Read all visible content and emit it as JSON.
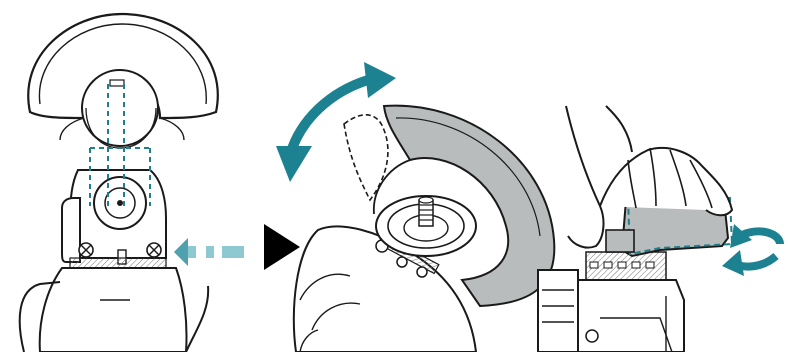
{
  "figure": {
    "panels": [
      {
        "id": "step-1-align-guard",
        "icons": [
          "wheel-guard-icon",
          "guard-band-icon",
          "push-lever-icon",
          "alignment-guide-lines"
        ]
      },
      {
        "id": "step-2-rotate-guard",
        "icons": [
          "rotate-arrow-icon",
          "wheel-guard-icon",
          "spindle-icon",
          "tool-body-icon"
        ]
      },
      {
        "id": "step-3-adjust-angle",
        "icons": [
          "hand-icon",
          "guard-band-icon",
          "rotate-arrows-icon",
          "tool-body-icon"
        ]
      }
    ],
    "step_arrow_icon": "play-triangle-icon"
  },
  "colors": {
    "teal_accent": "#1c8190",
    "guide_dashes": "#1f7f8c",
    "light_teal": "#8ec9d1",
    "guard_gray": "#b9bcbd",
    "line": "#1a1a1a",
    "background": "#ffffff"
  }
}
